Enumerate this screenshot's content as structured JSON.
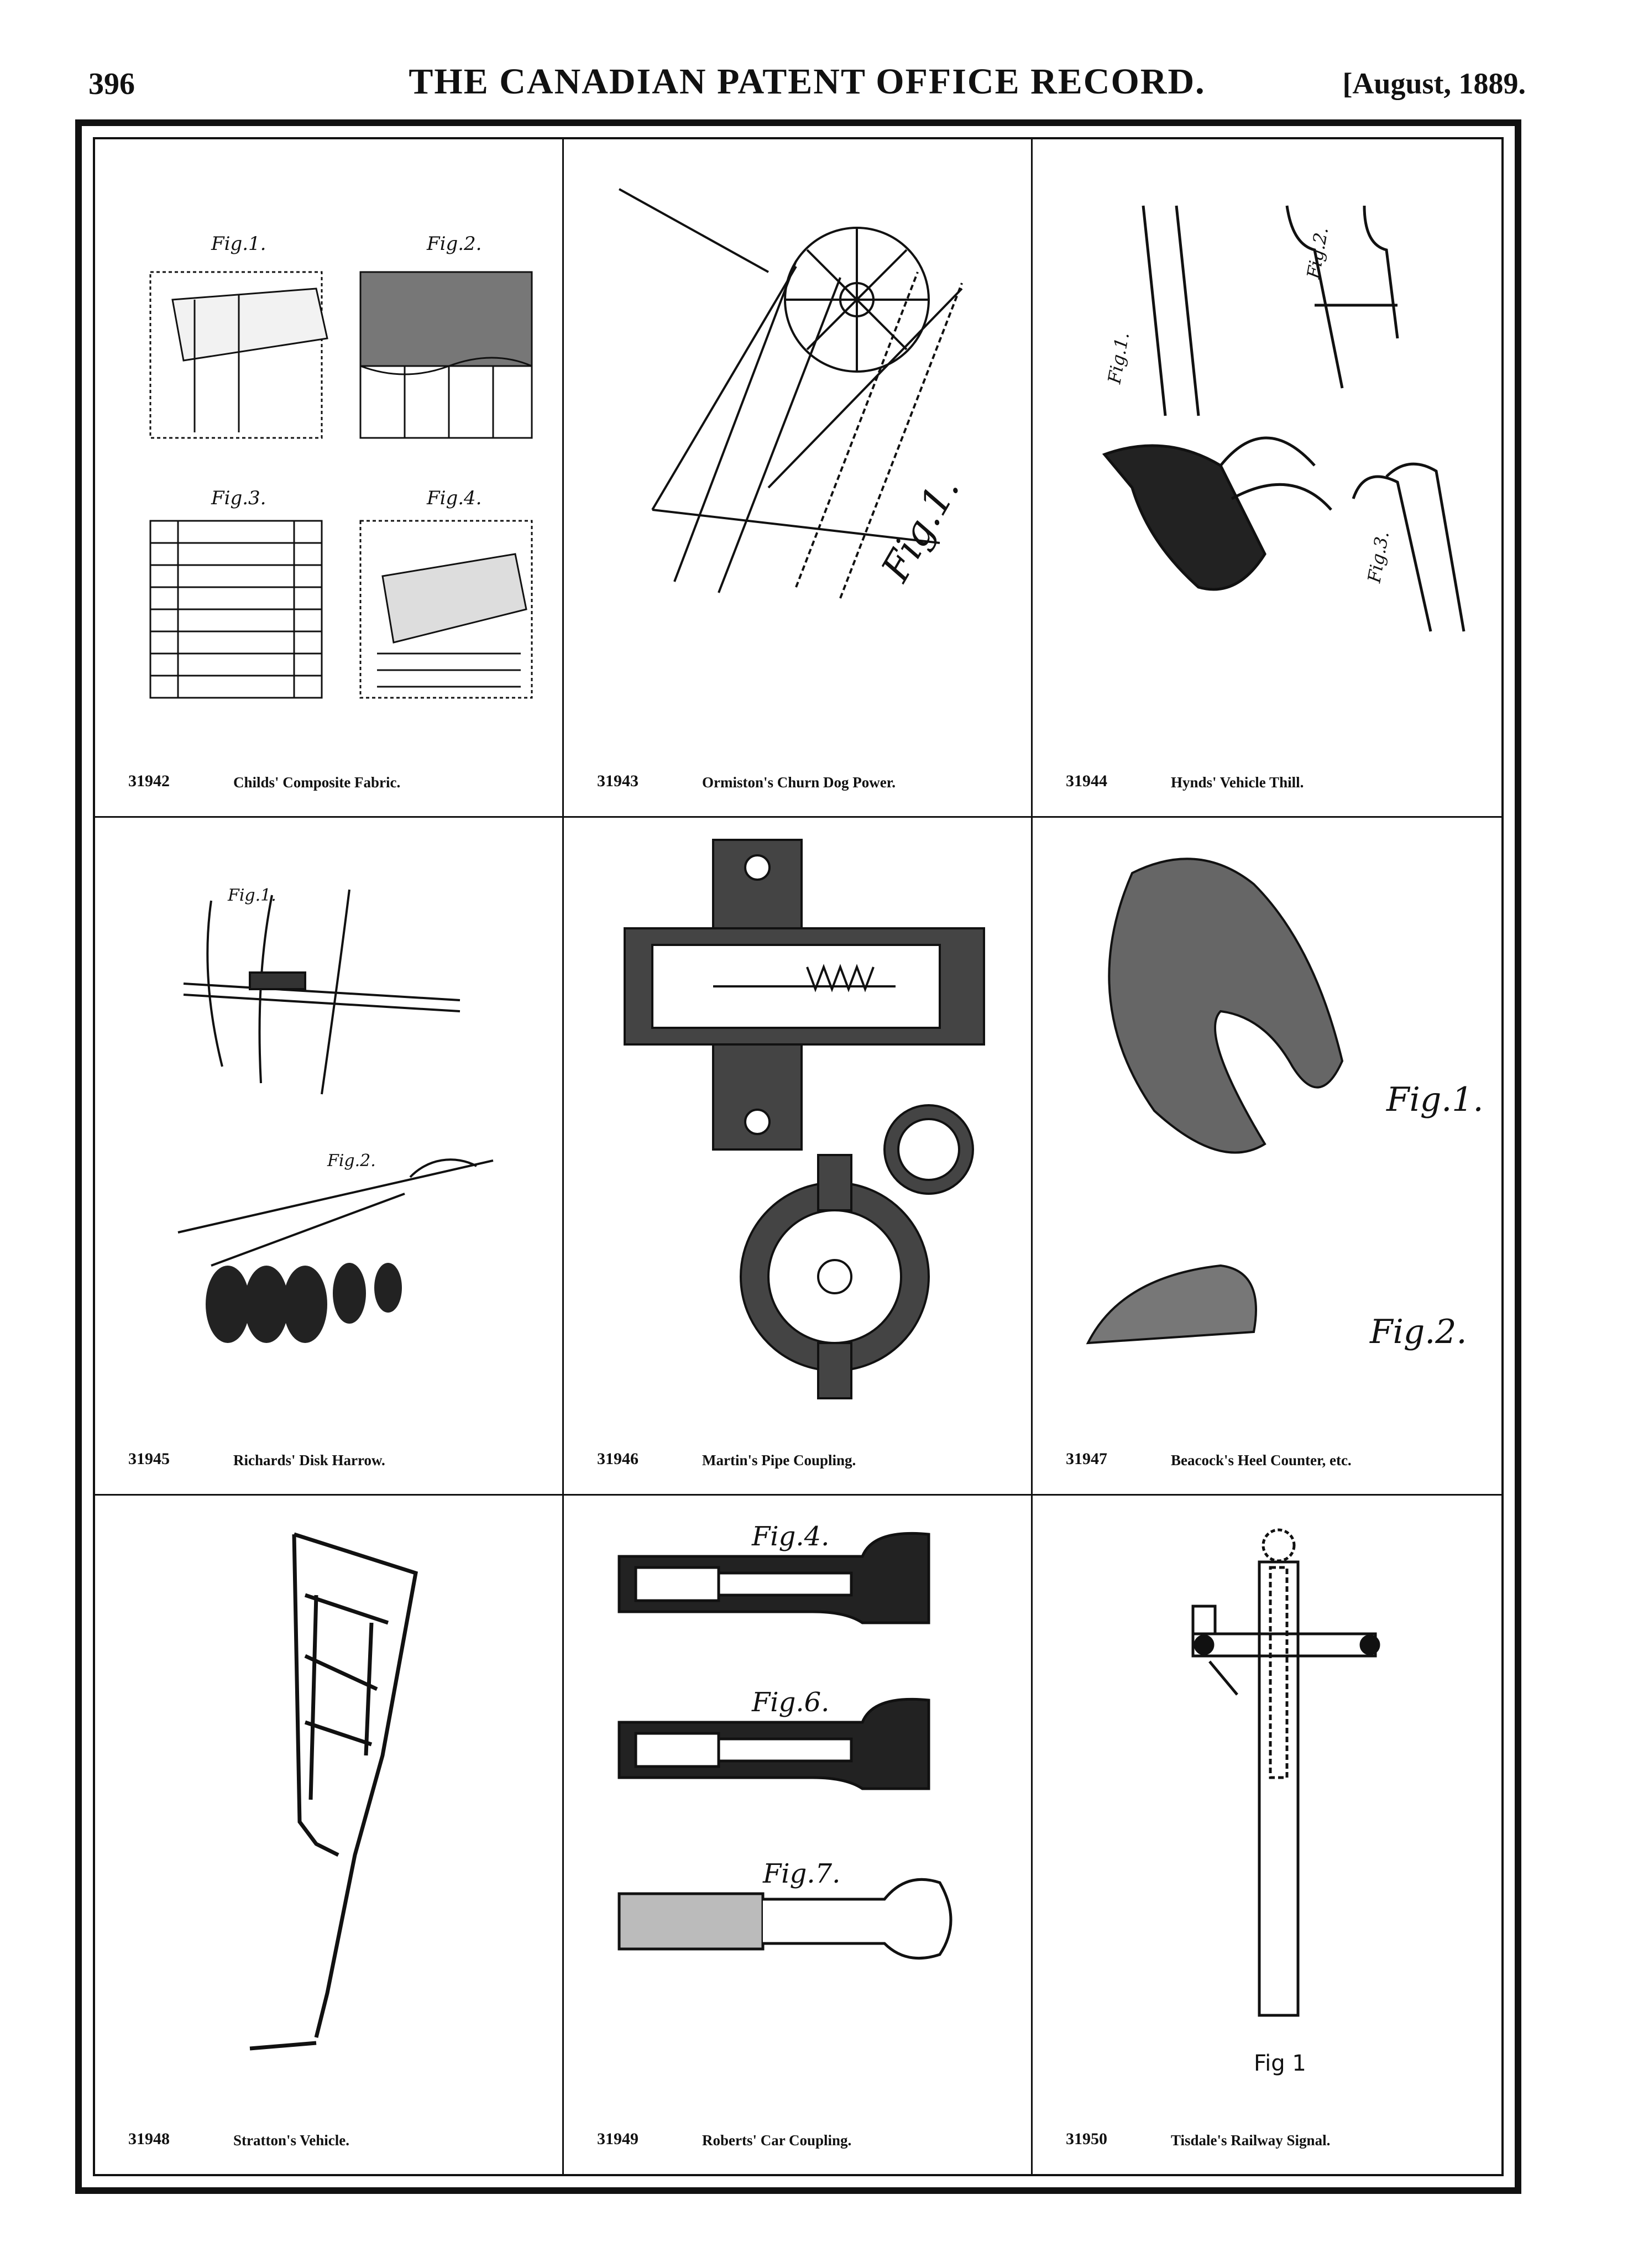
{
  "header": {
    "page_number": "396",
    "journal_title": "THE CANADIAN PATENT OFFICE RECORD.",
    "issue_date": "[August, 1889."
  },
  "patents": [
    {
      "number": "31942",
      "title": "Childs' Composite Fabric.",
      "figure_labels": [
        "Fig.1.",
        "Fig.2.",
        "Fig.3.",
        "Fig.4."
      ]
    },
    {
      "number": "31943",
      "title": "Ormiston's Churn Dog Power.",
      "figure_labels": [
        "Fig.1."
      ]
    },
    {
      "number": "31944",
      "title": "Hynds' Vehicle Thill.",
      "figure_labels": [
        "Fig.1.",
        "Fig.2.",
        "Fig.3."
      ]
    },
    {
      "number": "31945",
      "title": "Richards' Disk Harrow.",
      "figure_labels": [
        "Fig.1.",
        "Fig.2."
      ]
    },
    {
      "number": "31946",
      "title": "Martin's Pipe Coupling.",
      "figure_labels": []
    },
    {
      "number": "31947",
      "title": "Beacock's Heel Counter, etc.",
      "figure_labels": [
        "Fig.1.",
        "Fig.2."
      ]
    },
    {
      "number": "31948",
      "title": "Stratton's Vehicle.",
      "figure_labels": []
    },
    {
      "number": "31949",
      "title": "Roberts' Car Coupling.",
      "figure_labels": [
        "Fig.4.",
        "Fig.6.",
        "Fig.7."
      ]
    },
    {
      "number": "31950",
      "title": "Tisdale's Railway Signal.",
      "figure_labels": [
        "Fig 1"
      ]
    }
  ]
}
